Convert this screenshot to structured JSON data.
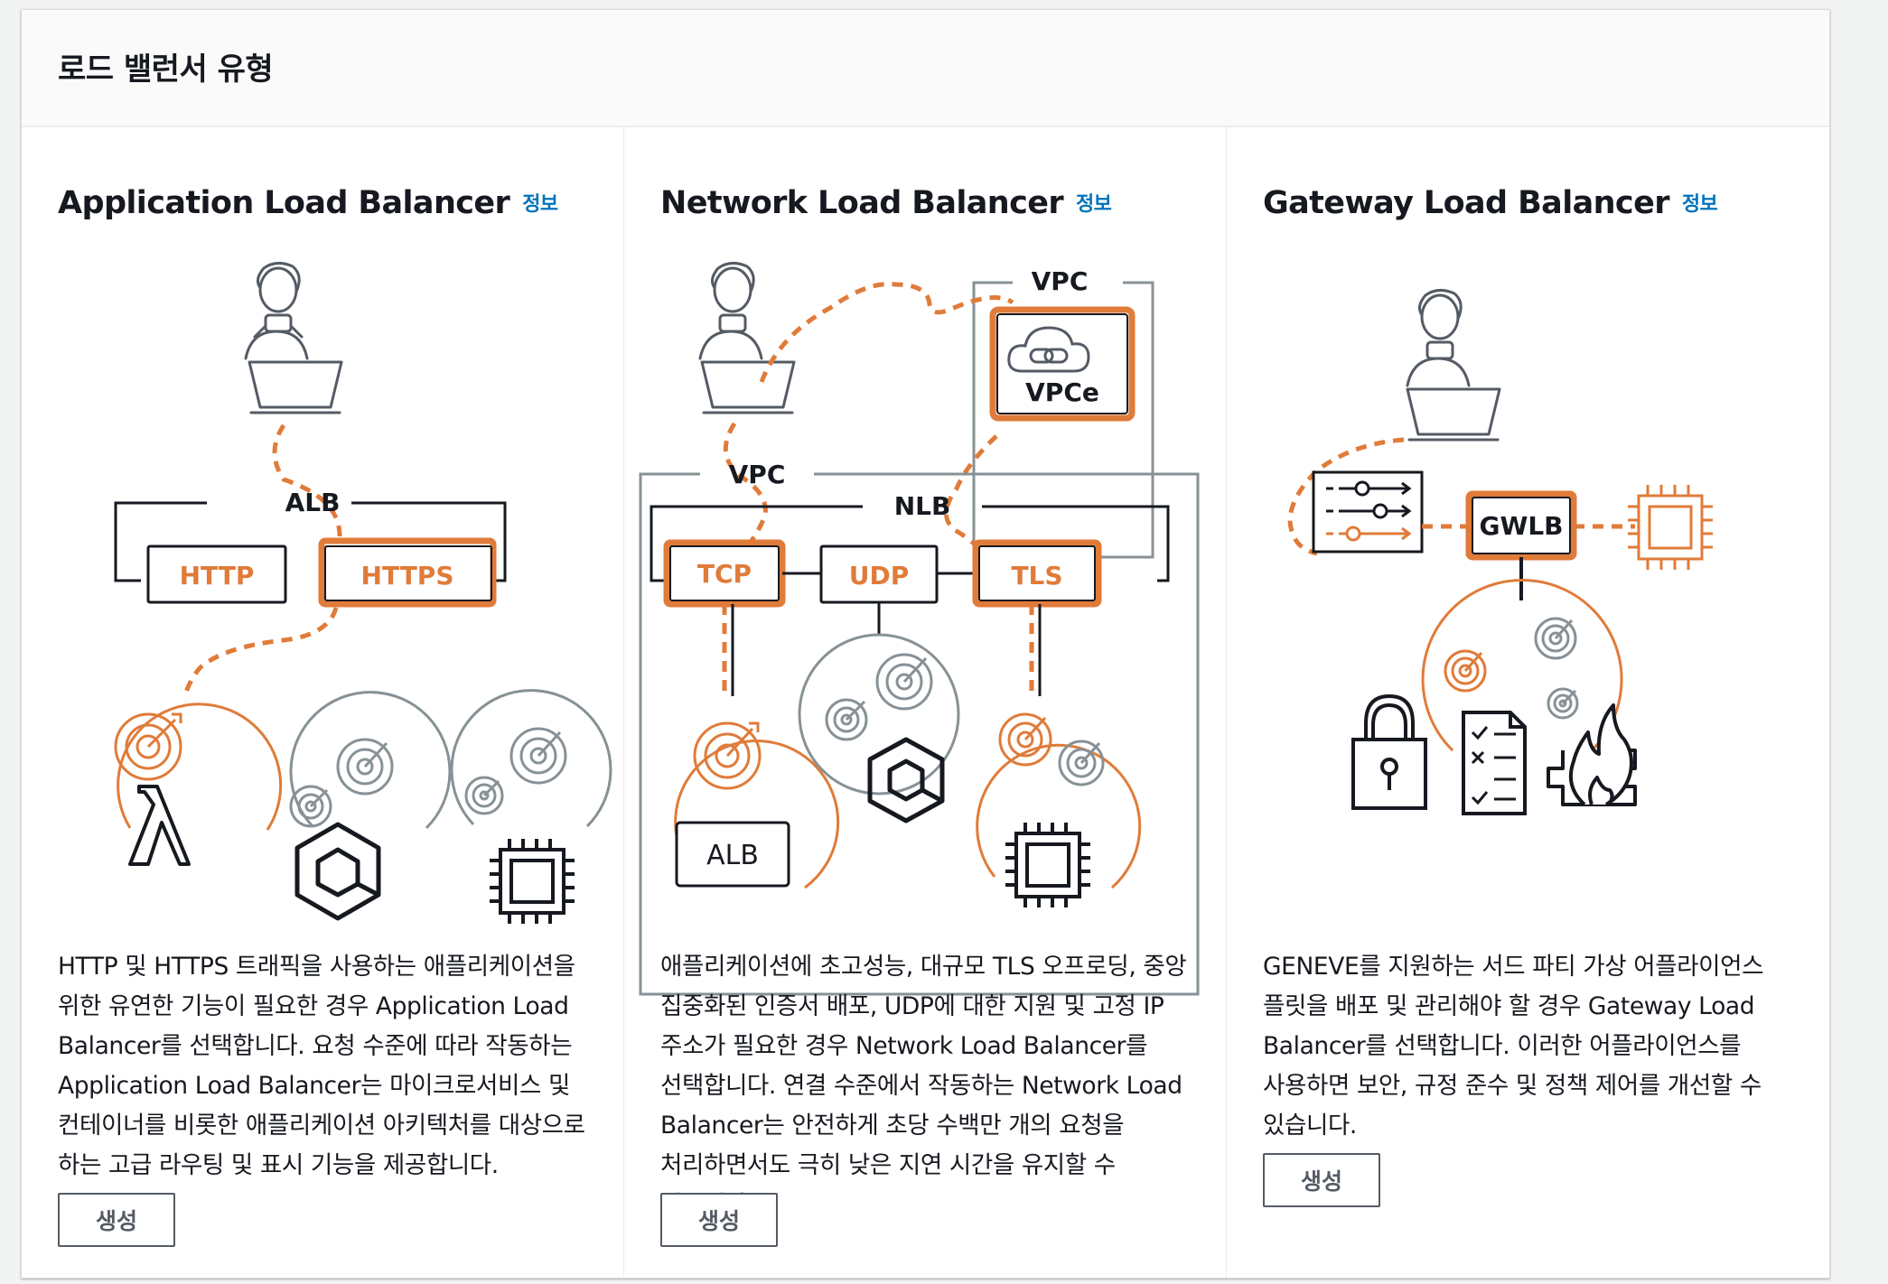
{
  "header": {
    "title": "로드 밸런서 유형"
  },
  "cards": [
    {
      "title": "Application Load Balancer",
      "info": "정보",
      "diagram": {
        "group": "ALB",
        "listeners": [
          "HTTP",
          "HTTPS"
        ]
      },
      "description": "HTTP 및 HTTPS 트래픽을 사용하는 애플리케이션을 위한 유연한 기능이 필요한 경우 Application Load Balancer를 선택합니다. 요청 수준에 따라 작동하는 Application Load Balancer는 마이크로서비스 및 컨테이너를 비롯한 애플리케이션 아키텍처를 대상으로 하는 고급 라우팅 및 표시 기능을 제공합니다.",
      "button": "생성"
    },
    {
      "title": "Network Load Balancer",
      "info": "정보",
      "diagram": {
        "vpc_top": "VPC",
        "vpce": "VPCe",
        "vpc": "VPC",
        "group": "NLB",
        "listeners": [
          "TCP",
          "UDP",
          "TLS"
        ],
        "target": "ALB"
      },
      "description": "애플리케이션에 초고성능, 대규모 TLS 오프로딩, 중앙 집중화된 인증서 배포, UDP에 대한 지원 및 고정 IP 주소가 필요한 경우 Network Load Balancer를 선택합니다. 연결 수준에서 작동하는 Network Load Balancer는 안전하게 초당 수백만 개의 요청을 처리하면서도 극히 낮은 지연 시간을 유지할 수 있습니다.",
      "button": "생성"
    },
    {
      "title": "Gateway Load Balancer",
      "info": "정보",
      "diagram": {
        "gateway": "GWLB"
      },
      "description": "GENEVE를 지원하는 서드 파티 가상 어플라이언스 플릿을 배포 및 관리해야 할 경우 Gateway Load Balancer를 선택합니다. 이러한 어플라이언스를 사용하면 보안, 규정 준수 및 정책 제어를 개선할 수 있습니다.",
      "button": "생성"
    }
  ],
  "colors": {
    "accent": "#e07b39",
    "link": "#0073bb",
    "gray": "#879196",
    "text": "#16191f"
  }
}
